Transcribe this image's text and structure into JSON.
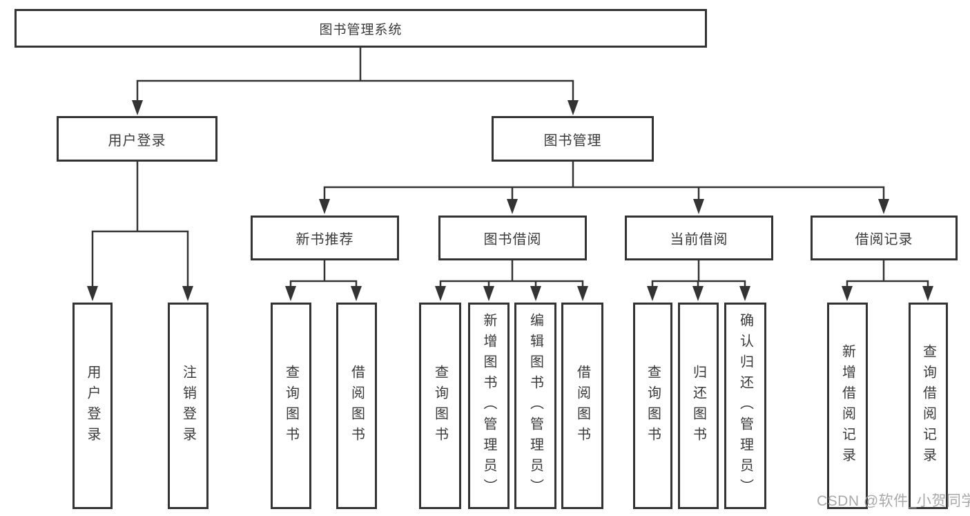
{
  "diagram": {
    "title": "图书管理系统",
    "nodes": {
      "root": {
        "label": "图书管理系统"
      },
      "user_login": {
        "label": "用户登录"
      },
      "book_mgmt": {
        "label": "图书管理"
      },
      "new_book_rec": {
        "label": "新书推荐"
      },
      "book_borrow": {
        "label": "图书借阅"
      },
      "current_borrow": {
        "label": "当前借阅"
      },
      "borrow_record": {
        "label": "借阅记录"
      },
      "ul_login": {
        "label": "用户登录"
      },
      "ul_logout": {
        "label": "注销登录"
      },
      "rec_query": {
        "label": "查询图书"
      },
      "rec_borrow": {
        "label": "借阅图书"
      },
      "bb_query": {
        "label": "查询图书"
      },
      "bb_add": {
        "label": "新增图书（管理员）"
      },
      "bb_edit": {
        "label": "编辑图书（管理员）"
      },
      "bb_borrow": {
        "label": "借阅图书"
      },
      "cb_query": {
        "label": "查询图书"
      },
      "cb_return": {
        "label": "归还图书"
      },
      "cb_confirm": {
        "label": "确认归还（管理员）"
      },
      "br_add": {
        "label": "新增借阅记录"
      },
      "br_query": {
        "label": "查询借阅记录"
      }
    },
    "edges": [
      [
        "root",
        "user_login"
      ],
      [
        "root",
        "book_mgmt"
      ],
      [
        "user_login",
        "ul_login"
      ],
      [
        "user_login",
        "ul_logout"
      ],
      [
        "book_mgmt",
        "new_book_rec"
      ],
      [
        "book_mgmt",
        "book_borrow"
      ],
      [
        "book_mgmt",
        "current_borrow"
      ],
      [
        "book_mgmt",
        "borrow_record"
      ],
      [
        "new_book_rec",
        "rec_query"
      ],
      [
        "new_book_rec",
        "rec_borrow"
      ],
      [
        "book_borrow",
        "bb_query"
      ],
      [
        "book_borrow",
        "bb_add"
      ],
      [
        "book_borrow",
        "bb_edit"
      ],
      [
        "book_borrow",
        "bb_borrow"
      ],
      [
        "current_borrow",
        "cb_query"
      ],
      [
        "current_borrow",
        "cb_return"
      ],
      [
        "current_borrow",
        "cb_confirm"
      ],
      [
        "borrow_record",
        "br_add"
      ],
      [
        "borrow_record",
        "br_query"
      ]
    ]
  },
  "watermark": {
    "text": "CSDN @软件_小贺同学"
  },
  "colors": {
    "line": "#333333",
    "box_border": "#333333",
    "text": "#3a3a3a",
    "watermark": "#a3a3a3",
    "background": "#ffffff"
  }
}
